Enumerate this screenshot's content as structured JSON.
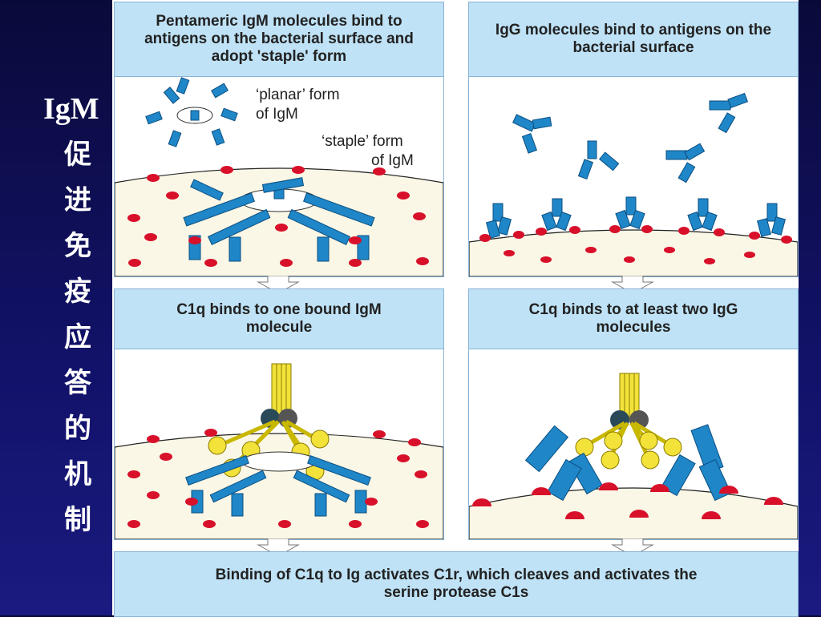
{
  "side_title": {
    "latin": "IgM",
    "chars": [
      "促",
      "进",
      "免",
      "疫",
      "应",
      "答",
      "的",
      "机",
      "制"
    ]
  },
  "panels": {
    "igm_bind": {
      "header": "Pentameric IgM molecules bind to antigens on the bacterial surface and adopt 'staple' form",
      "label_planar_1": "‘planar’ form",
      "label_planar_2": "of IgM",
      "label_staple_1": "‘staple’ form",
      "label_staple_2": "of IgM"
    },
    "igg_bind": {
      "header": "IgG molecules bind to antigens on the bacterial surface"
    },
    "igm_c1q": {
      "header": "C1q binds to one bound IgM molecule"
    },
    "igg_c1q": {
      "header": "C1q binds to at least two IgG molecules"
    }
  },
  "bottom": {
    "text": "Binding of C1q to Ig activates C1r, which cleaves and activates the serine protease C1s"
  },
  "colors": {
    "antibody": "#1f86c8",
    "antigen": "#d8102a",
    "c1q_head": "#f2e23a",
    "surface": "#fbf7e6",
    "header_bg": "#bfe2f6"
  }
}
